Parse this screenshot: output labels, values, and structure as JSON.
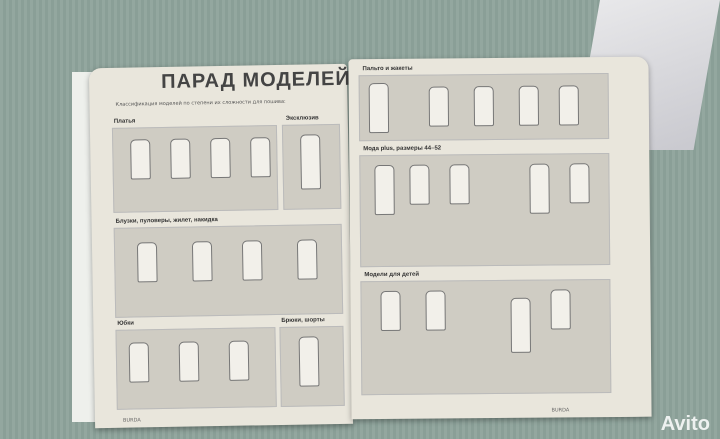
{
  "magazine": {
    "left_page": {
      "title": "ПАРАД МОДЕЛЕЙ",
      "classification": "Классификация моделей по степени их сложности для пошива:",
      "sections": [
        "Платья",
        "Эксклюзив",
        "Блузки, пуловеры, жилет, накидка",
        "Юбки",
        "Брюки, шорты"
      ],
      "footer": "BURDA"
    },
    "right_page": {
      "sections": [
        "Пальто и жакеты",
        "Мода plus, размеры 44–52",
        "Модели для детей"
      ],
      "footer": "BURDA"
    }
  },
  "watermark": "Avito"
}
